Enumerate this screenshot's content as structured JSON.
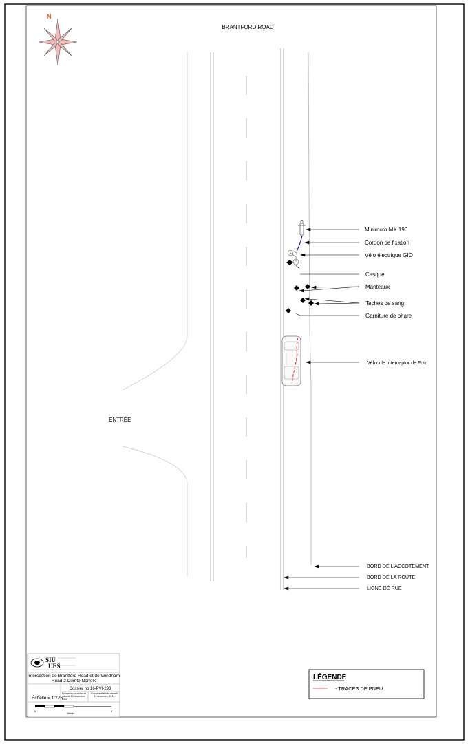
{
  "road_name": "BRANTFORD ROAD",
  "entrance_label": "ENTRÉE",
  "north_label": "N",
  "colors": {
    "tire_marks": "#e03030",
    "strap": "#1a1aa0",
    "compass": "#f4b9b9",
    "north": "#e05a2a"
  },
  "evidence_labels": {
    "minimoto": "Minimoto MX 196",
    "strap": "Cordon de fixation",
    "ebike": "Vélo électrique GIO",
    "helmet": "Casque",
    "coats": "Manteaux",
    "blood": "Taches de sang",
    "headlight_trim": "Garniture de phare",
    "vehicle": "Véhicule Interceptor de Ford"
  },
  "edge_labels": {
    "shoulder": "BORD DE L'ACCOTEMENT",
    "road": "BORD DE LA ROUTE",
    "street_line": "LIGNE DE RUE"
  },
  "legend": {
    "title": "LÉGENDE",
    "tire_marks": "- TRACES DE PNEU"
  },
  "title_block": {
    "org": "SIU",
    "org2": "UES",
    "location_line1": "Intersection de Brantford Road et de Windham",
    "location_line2": "Road 2 Comté Norfolk",
    "file_no": "Dossier no 16-PVI-293",
    "scale": "Échelle = 1:225",
    "data_collected": "Données recueillies le samedi 12 novembre 2016",
    "drawn": "Schéma établi le samedi 12 novembre 2016",
    "scale_bar": {
      "start": "0",
      "mid": "Mètres",
      "end": "8"
    }
  }
}
